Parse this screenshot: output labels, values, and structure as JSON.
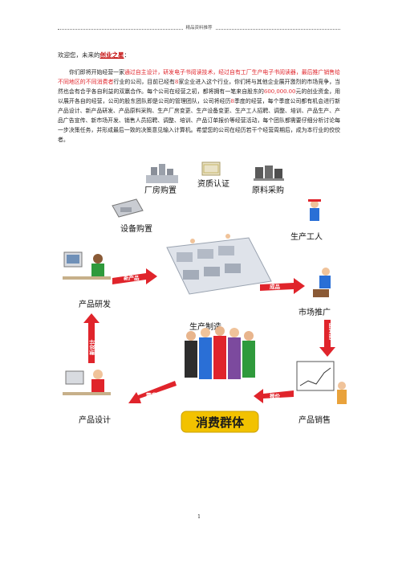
{
  "header": {
    "text": "精品资料推荐"
  },
  "greeting": {
    "prefix": "欢迎您，未来的",
    "highlight": "创业之星",
    "suffix": "："
  },
  "paragraph": {
    "p1": "你们即将开始经营一家",
    "p2_red": "通过自主设计，研发电子书阅读技术，经过自有工厂生产电子书阅读器，最后推广销售给不同地区的不同消费者",
    "p3": "行业的公司，目前已经有",
    "p4_num": "8",
    "p5": "家企业进入这个行业，你们将与其他企业展开激烈的市场竞争，当然也会有合乎各自利益的双赢合作。每个公司在经营之初，都将拥有一笔来自股东的",
    "p6_num": "600,000.00",
    "p7": "元的创业资金，用以展开各自的经营，公司的股东团队即是公司的管理团队，公司将经历",
    "p8_num": "8",
    "p9": "季度的经营，每个季度公司都有机会进行新产品设计、新产品研发、产品原料采购、生产厂房变更、生产设备变更、生产工人招聘、调整、培训、产品生产、产品广告宣传、新市场开发、销售人员招聘、调整、培训、产品订单报价等经营活动，每个团队都需要仔细分析讨论每一步决策任务，并形成最后一致的决策意见输入计算机。希望您的公司在经历若干个经营周期后，成为本行业的佼佼者。"
  },
  "diagram": {
    "labels": {
      "factory": "厂房购置",
      "qualification": "资质认证",
      "materials": "原料采购",
      "equipment": "设备购置",
      "workers": "生产工人",
      "rnd": "产品研发",
      "manufacturing": "生产制造",
      "marketing": "市场推广",
      "design": "产品设计",
      "sales": "产品销售",
      "consumers": "消费群体"
    },
    "arrows": {
      "new_product": "新产品",
      "finished": "成品",
      "new_design": "新设计",
      "market_demand": "需求",
      "order": "报价",
      "promotion": "品牌推广"
    },
    "colors": {
      "arrow": "#e0242b",
      "banner": "#f2c200",
      "banner_text": "#1a1a1a"
    }
  },
  "page": {
    "number": "1"
  }
}
